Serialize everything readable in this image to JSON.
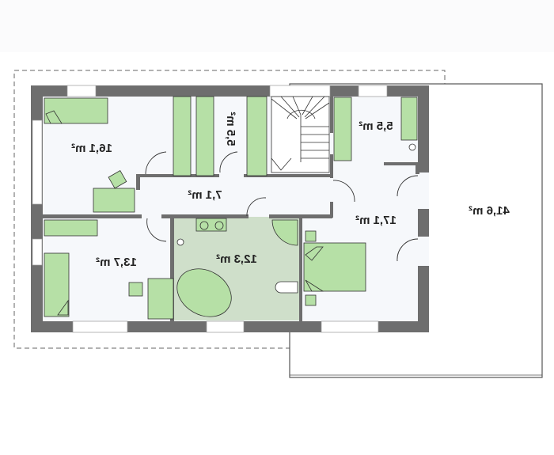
{
  "plan": {
    "rooms": [
      {
        "id": "bedroom-1",
        "area": "16,1 m²"
      },
      {
        "id": "hallway",
        "area": "7,1 m²"
      },
      {
        "id": "closet",
        "area": "5,5 m²"
      },
      {
        "id": "dressing-room",
        "area": "5,5 m²"
      },
      {
        "id": "master-bedroom",
        "area": "17,1 m²"
      },
      {
        "id": "bedroom-2",
        "area": "13,7 m²"
      },
      {
        "id": "bathroom",
        "area": "12,3 m²"
      },
      {
        "id": "terrace",
        "area": "41,6 m²"
      }
    ],
    "colors": {
      "wall": "#6e6e6e",
      "furniture": "#b6e0a6",
      "bathroom": "#cfdfca",
      "floor": "#f6f8fb"
    }
  }
}
